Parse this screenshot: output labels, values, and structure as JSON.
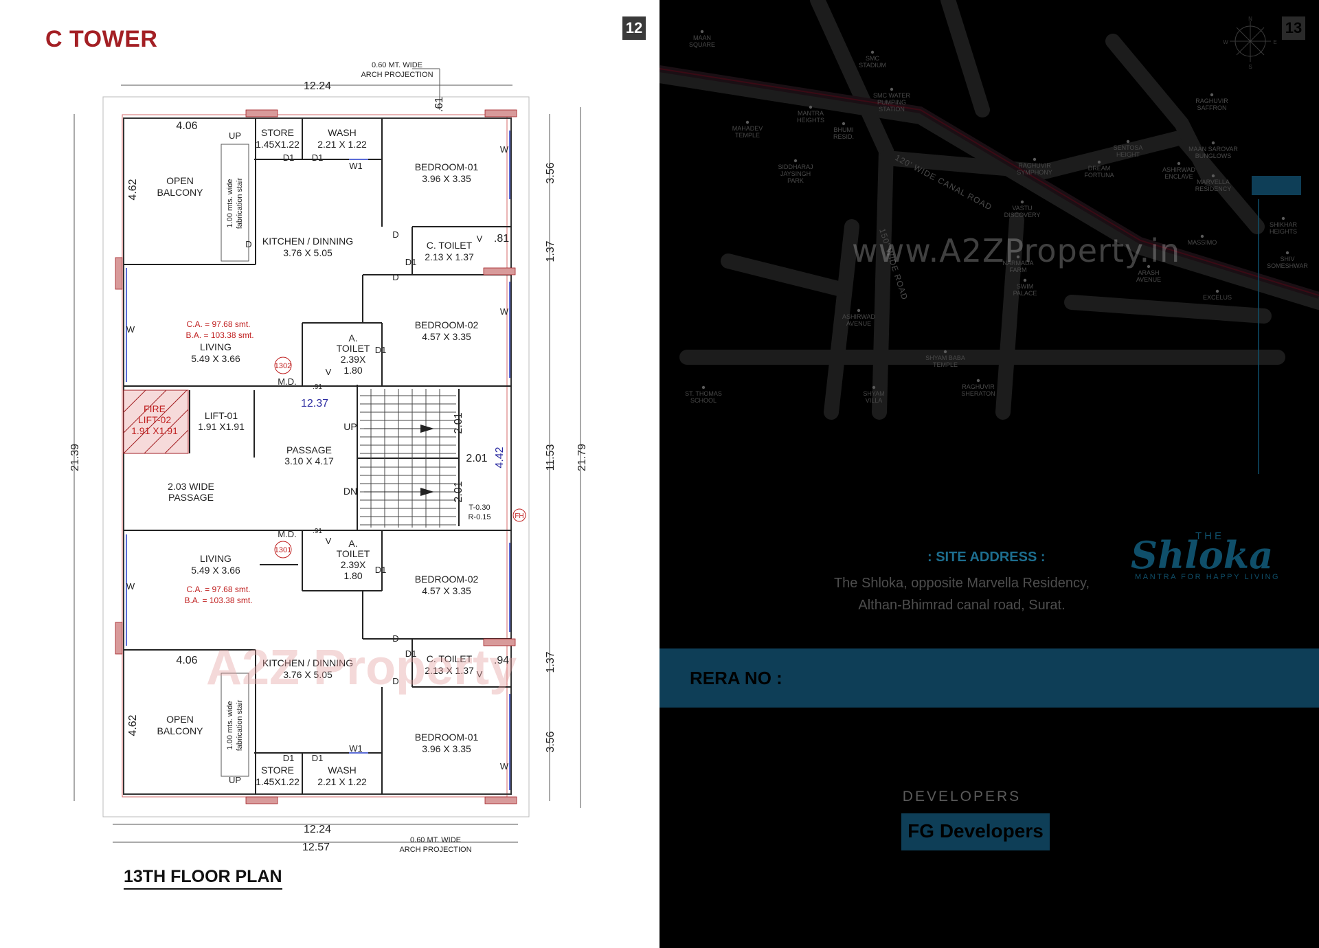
{
  "left_page": {
    "page_number": "12",
    "tower_title": "C TOWER",
    "floor_title": "13TH  FLOOR PLAN",
    "dimensions": {
      "arch_top": [
        "0.60 MT. WIDE",
        "ARCH PROJECTION"
      ],
      "arch_bottom": [
        "0.60 MT. WIDE",
        "ARCH PROJECTION"
      ],
      "top_width": "12.24",
      "bottom_width_1": "12.24",
      "bottom_width_2": "12.57",
      "proj_61": ".61",
      "left_height": "21.39",
      "right_height": "21.79",
      "right_356_top": "3.56",
      "right_137_top": "1.37",
      "right_1153": "11.53",
      "right_137_bottom": "1.37",
      "right_356_bottom": "3.56",
      "balcony_width_top": "4.06",
      "balcony_width_bottom": "4.06",
      "balcony_height_top": "4.62",
      "balcony_height_bottom": "4.62",
      "core_width": "12.37",
      "core_height": "4.42",
      "stair_201_a": "2.01",
      "stair_201_b": "2.01",
      "stair_201_c": "2.01",
      "toilet_81": ".81",
      "toilet_94": ".94"
    },
    "rooms_top": {
      "store": [
        "STORE",
        "1.45X1.22"
      ],
      "wash": [
        "WASH",
        "2.21 X 1.22"
      ],
      "bedroom1": [
        "BEDROOM-01",
        "3.96 X 3.35"
      ],
      "balcony": [
        "OPEN",
        "BALCONY"
      ],
      "kitchen": [
        "KITCHEN / DINNING",
        "3.76 X 5.05"
      ],
      "ctoilet": [
        "C. TOILET",
        "2.13 X 1.37"
      ],
      "bedroom2": [
        "BEDROOM-02",
        "4.57 X 3.35"
      ],
      "living": [
        "LIVING",
        "5.49  X 3.66"
      ],
      "atoilet": [
        "A.",
        "TOILET",
        "2.39X",
        "1.80"
      ],
      "ca": "C.A. =  97.68 smt.",
      "ba": "B.A. = 103.38 smt.",
      "unit": "1302",
      "stair_note": [
        "1.00 mts. wide",
        "fabrication stair"
      ]
    },
    "rooms_bottom": {
      "store": [
        "STORE",
        "1.45X1.22"
      ],
      "wash": [
        "WASH",
        "2.21 X 1.22"
      ],
      "bedroom1": [
        "BEDROOM-01",
        "3.96 X 3.35"
      ],
      "balcony": [
        "OPEN",
        "BALCONY"
      ],
      "kitchen": [
        "KITCHEN / DINNING",
        "3.76 X 5.05"
      ],
      "ctoilet": [
        "C. TOILET",
        "2.13 X 1.37"
      ],
      "bedroom2": [
        "BEDROOM-02",
        "4.57 X 3.35"
      ],
      "living": [
        "LIVING",
        "5.49  X 3.66"
      ],
      "atoilet": [
        "A.",
        "TOILET",
        "2.39X",
        "1.80"
      ],
      "ca": "C.A. =  97.68 smt.",
      "ba": "B.A. = 103.38 smt.",
      "unit": "1301",
      "stair_note": [
        "1.00 mts. wide",
        "fabrication stair"
      ]
    },
    "core": {
      "fire_lift": [
        "FIRE",
        "LIFT-02",
        "1.91 X1.91"
      ],
      "lift": [
        "LIFT-01",
        "1.91 X1.91"
      ],
      "passage": [
        "PASSAGE",
        "3.10 X 4.17"
      ],
      "wide_passage": [
        "2.03 WIDE",
        "PASSAGE"
      ],
      "up": "UP",
      "dn": "DN",
      "tread": "T-0.30",
      "riser": "R-0.15",
      "fh": "FH",
      "md": "M.D."
    },
    "door_labels": {
      "up": "UP",
      "d": "D",
      "d1": "D1",
      "w": "W",
      "w1": "W1",
      "v": "V",
      "md": "M.D.",
      "v91": ".91"
    },
    "watermark": "A2Z Property"
  },
  "right_page": {
    "page_number": "13",
    "website": "www.A2ZProperty.in",
    "map_labels": [
      {
        "id": "maan-square",
        "text": "MAAN\nSQUARE"
      },
      {
        "id": "smc-stadium",
        "text": "SMC\nSTADIUM"
      },
      {
        "id": "smc-water",
        "text": "SMC WATER\nPUMPING\nSTATION"
      },
      {
        "id": "mahadev",
        "text": "MAHADEV\nTEMPLE"
      },
      {
        "id": "mantra",
        "text": "MANTRA\nHEIGHTS"
      },
      {
        "id": "bhumi",
        "text": "BHUMI\nRESID."
      },
      {
        "id": "siddharaj",
        "text": "SIDDHARAJ\nJAYSINGH\nPARK"
      },
      {
        "id": "raghuvir-symphony",
        "text": "RAGHUVIR\nSYMPHONY"
      },
      {
        "id": "dream-fortuna",
        "text": "DREAM\nFORTUNA"
      },
      {
        "id": "sentosa",
        "text": "SENTOSA\nHEIGHT"
      },
      {
        "id": "maan-sarovar",
        "text": "MAAN SAROVAR\nBUNGLOWS"
      },
      {
        "id": "ashirwad-enclave",
        "text": "ASHIRWAD\nENCLAVE"
      },
      {
        "id": "marvella",
        "text": "MARVELLA\nRESIDENCY"
      },
      {
        "id": "raghuvir-saffron",
        "text": "RAGHUVIR\nSAFFRON"
      },
      {
        "id": "vastu",
        "text": "VASTU\nDISCOVERY"
      },
      {
        "id": "shikhar",
        "text": "SHIKHAR\nHEIGHTS"
      },
      {
        "id": "shiv",
        "text": "SHIV\nSOMESHWAR"
      },
      {
        "id": "massimo",
        "text": "MASSIMO"
      },
      {
        "id": "arash",
        "text": "ARASH\nAVENUE"
      },
      {
        "id": "excelus",
        "text": "EXCELUS"
      },
      {
        "id": "swim-palace",
        "text": "SWIM\nPALACE"
      },
      {
        "id": "ashirwad-avenue",
        "text": "ASHIRWAD\nAVENUE"
      },
      {
        "id": "shyam-baba",
        "text": "SHYAM BABA\nTEMPLE"
      },
      {
        "id": "raghuvir-sheraton",
        "text": "RAGHUVIR\nSHERATON"
      },
      {
        "id": "st-thomas",
        "text": "ST. THOMAS\nSCHOOL"
      },
      {
        "id": "shyam-villa",
        "text": "SHYAM\nVILLA"
      },
      {
        "id": "narmada",
        "text": "NARMADA\nFARM"
      }
    ],
    "road_label_1": "120' WIDE CANAL ROAD",
    "road_label_2": "150' WIDE ROAD",
    "compass": {
      "n": "N",
      "s": "S",
      "e": "E",
      "w": "W"
    },
    "site_address_heading": ": SITE ADDRESS :",
    "site_address_line1": "The Shloka, opposite Marvella Residency,",
    "site_address_line2": "Althan-Bhimrad canal road, Surat.",
    "rera_label": "RERA NO :",
    "developers_heading": "DEVELOPERS",
    "developer_name": "FG Developers",
    "brand_the": "THE",
    "brand_name": "Shloka",
    "brand_tagline": "MANTRA FOR HAPPY LIVING",
    "colors": {
      "accent_teal": "#0e3e57",
      "brand_blue": "#0f4f6a",
      "heading_red": "#a31f24"
    }
  }
}
